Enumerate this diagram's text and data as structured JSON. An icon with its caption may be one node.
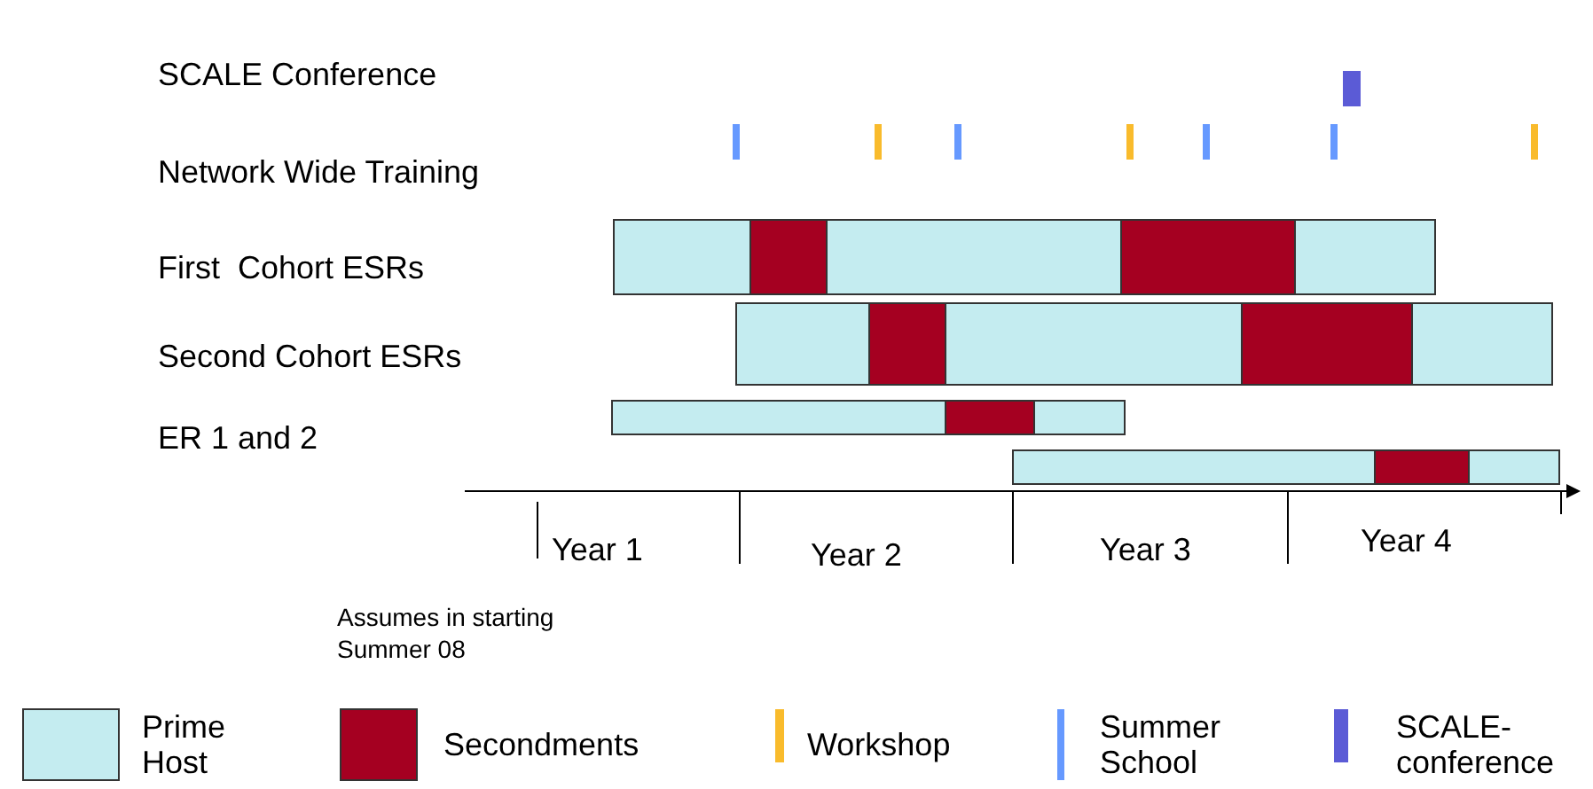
{
  "diagram": {
    "labels": [
      "SCALE Conference",
      "Network Wide Training",
      "First  Cohort ESRs",
      "Second Cohort ESRs",
      "ER 1 and 2",
      "Year 1",
      "Year 2",
      "Year 3",
      "Year 4",
      "Assumes in starting Summer 08"
    ],
    "legend": [
      {
        "text": "Prime Host",
        "color": "#c4ecf0"
      },
      {
        "text": "Secondments",
        "color": "#a50021"
      },
      {
        "text": "Workshop",
        "color": "#f9bb2c"
      },
      {
        "text": "Summer School",
        "color": "#6699ff"
      },
      {
        "text": "SCALE-conference",
        "color": "#5b5bd6"
      }
    ]
  }
}
